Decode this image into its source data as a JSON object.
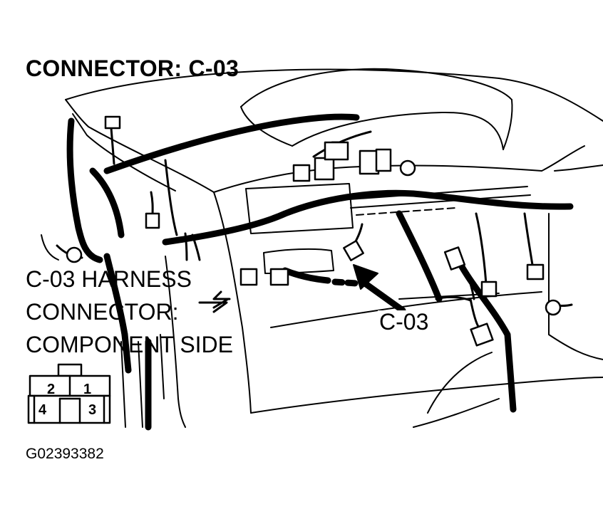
{
  "title": "CONNECTOR: C-03",
  "harness_label": {
    "line1": "C-03 HARNESS",
    "line2": "CONNECTOR:",
    "line3": "COMPONENT SIDE"
  },
  "callout_label": "C-03",
  "connector_face": {
    "pins": [
      "1",
      "2",
      "3",
      "4"
    ]
  },
  "figure_id": "G02393382"
}
